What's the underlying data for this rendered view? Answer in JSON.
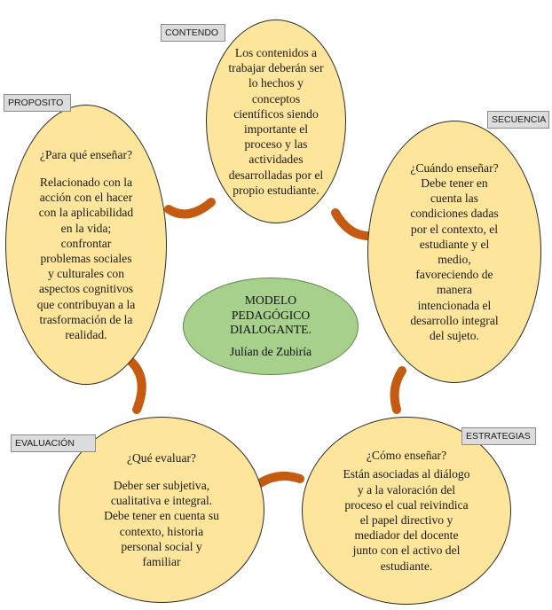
{
  "center": {
    "title": "MODELO\nPEDAGÓGICO\nDIALOGANTE.",
    "author": "Julían de Zubiría"
  },
  "tags": {
    "contenido": "CONTENDO",
    "proposito": "PROPOSITO",
    "secuencia": "SECUENCIA",
    "evaluacion": "EVALUACIÓN",
    "estrategias": "ESTRATEGIAS"
  },
  "nodes": {
    "contenido": {
      "text": "Los contenidos a\ntrabajar deberán ser\nlo hechos  y\nconceptos\ncientíficos siendo\nimportante el\nproceso y  las\nactividades\ndesarrolladas por el\npropio estudiante."
    },
    "proposito": {
      "question": "¿Para qué enseñar?",
      "text": "Relacionado con la\nacción con el hacer\ncon la aplicabilidad\nen la vida;\nconfrontar\nproblemas  sociales\ny culturales con\naspectos cognitivos\nque contribuyan a la\ntrasformación de la\nrealidad."
    },
    "secuencia": {
      "question": "¿Cuándo enseñar?",
      "text": "Debe tener en\ncuenta las\ncondiciones dadas\npor el contexto, el\nestudiante y el\nmedio,\nfavoreciendo de\nmanera\nintencionada el\ndesarrollo integral\ndel sujeto."
    },
    "evaluacion": {
      "question": "¿Qué evaluar?",
      "text": "Deber ser subjetiva,\ncualitativa e integral.\nDebe tener en cuenta su\ncontexto, historia\npersonal social y\nfamiliar"
    },
    "estrategias": {
      "question": "¿Cómo enseñar?",
      "text": "Están asociadas al diálogo\ny a la valoración del\nproceso el cual reivindica\nel papel directivo y\nmediador del docente\njunto con el activo del\nestudiante."
    }
  },
  "colors": {
    "ellipse_fill": "#fde69b",
    "ellipse_border": "#2c2c2c",
    "center_fill": "#a8d08d",
    "connector": "#c55a11",
    "tag_fill": "#dcdcdc"
  }
}
